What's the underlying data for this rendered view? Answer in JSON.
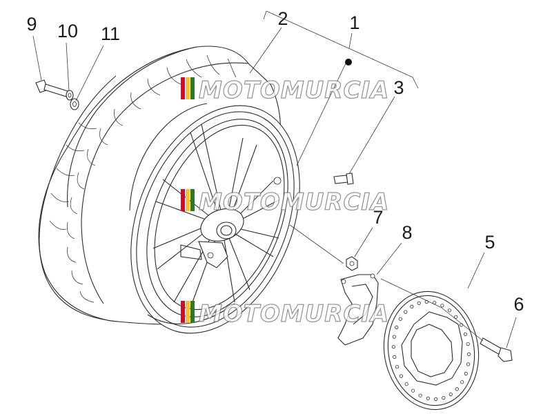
{
  "watermark": {
    "text": "MOTOMURCIA",
    "flag_colors": [
      "#c8102e",
      "#f4c430",
      "#2a7a2a"
    ]
  },
  "part_labels": [
    {
      "id": "1",
      "text": "1"
    },
    {
      "id": "2",
      "text": "2"
    },
    {
      "id": "3",
      "text": "3"
    },
    {
      "id": "5",
      "text": "5"
    },
    {
      "id": "6",
      "text": "6"
    },
    {
      "id": "7",
      "text": "7"
    },
    {
      "id": "8",
      "text": "8"
    },
    {
      "id": "9",
      "text": "9"
    },
    {
      "id": "10",
      "text": "10"
    },
    {
      "id": "11",
      "text": "11"
    }
  ]
}
